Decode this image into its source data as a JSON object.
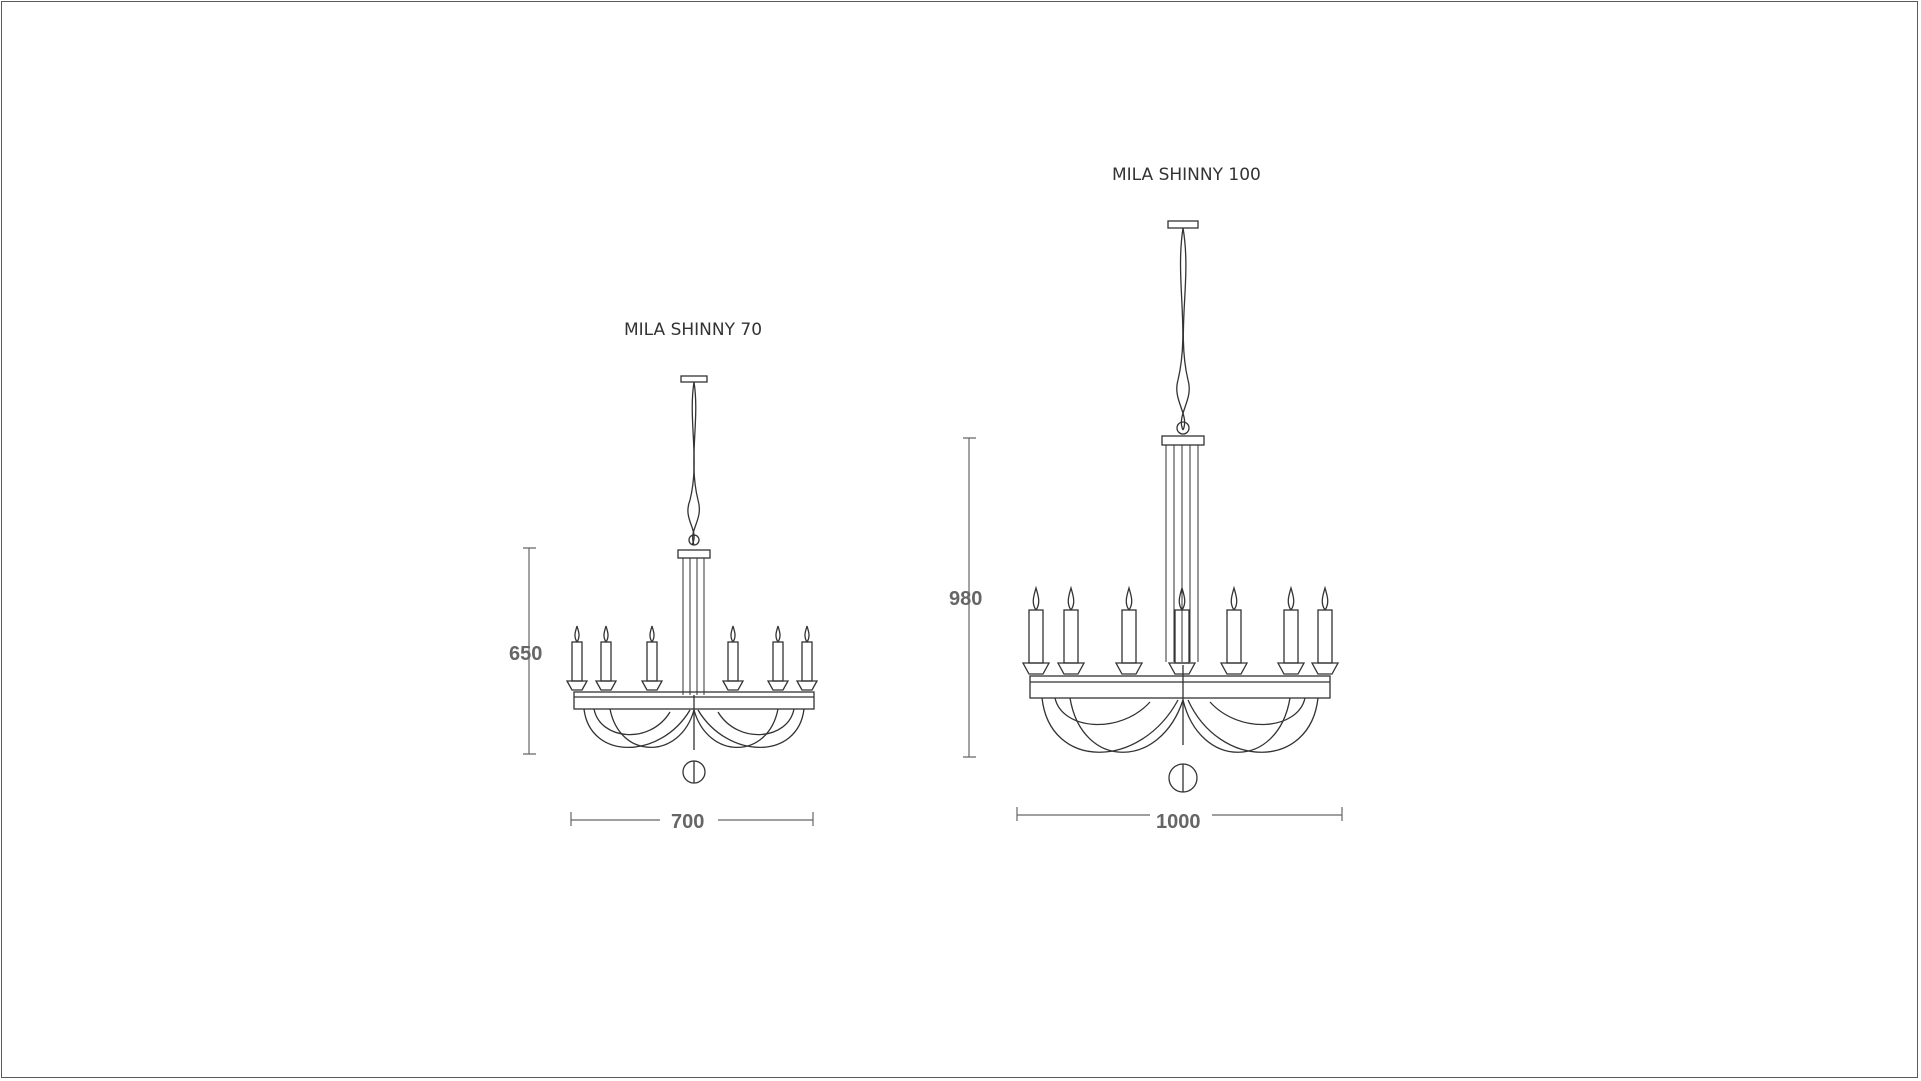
{
  "drawings": [
    {
      "id": "mila-shinny-70",
      "title": "MILA SHINNY 70",
      "height_label": "650",
      "width_label": "700"
    },
    {
      "id": "mila-shinny-100",
      "title": "MILA SHINNY 100",
      "height_label": "980",
      "width_label": "1000"
    }
  ]
}
